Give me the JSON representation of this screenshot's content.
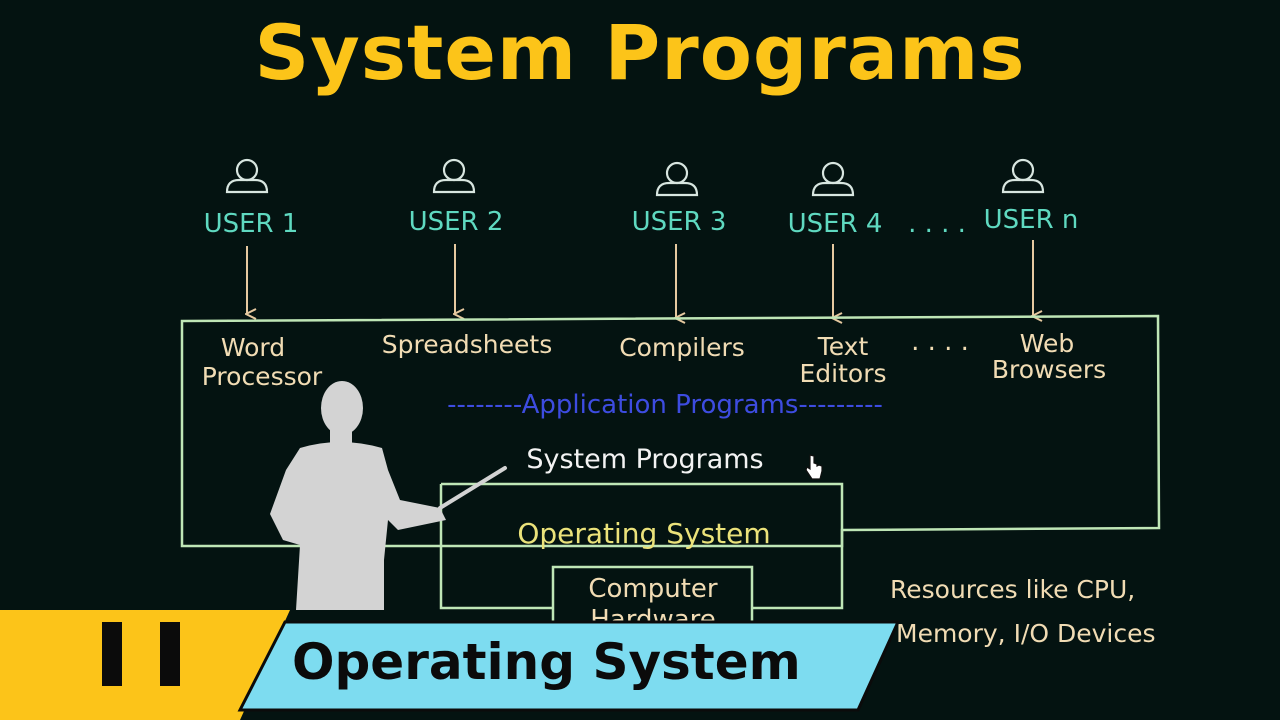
{
  "title": "System Programs",
  "users": [
    {
      "label": "USER 1"
    },
    {
      "label": "USER 2"
    },
    {
      "label": "USER 3"
    },
    {
      "label": "USER 4"
    },
    {
      "label": "USER n"
    }
  ],
  "user_ellipsis": ". . . .",
  "applications": [
    {
      "line1": "Word",
      "line2": "Processor"
    },
    {
      "line1": "Spreadsheets",
      "line2": ""
    },
    {
      "line1": "Compilers",
      "line2": ""
    },
    {
      "line1": "Text",
      "line2": "Editors"
    },
    {
      "line1": "Web",
      "line2": "Browsers"
    }
  ],
  "app_ellipsis": ". . . .",
  "application_programs_label": "--------Application Programs---------",
  "system_programs_label": "System Programs",
  "operating_system_label": "Operating System",
  "hardware_label_line1": "Computer",
  "hardware_label_line2": "Hardware",
  "resources_line1": "Resources like CPU,",
  "resources_line2": "Memory, I/O Devices",
  "banner": {
    "text": "Operating System",
    "colors": {
      "banner_fill": "#7ddcf0",
      "stripe": "#fcc419",
      "text": "#0b0b0b"
    }
  },
  "colors": {
    "background": "#041311",
    "title": "#fcc419",
    "user": "#5fd9c0",
    "box_stroke": "#bfe6b6",
    "app_programs": "#3d4ce0",
    "operating_system": "#ebe27a"
  }
}
